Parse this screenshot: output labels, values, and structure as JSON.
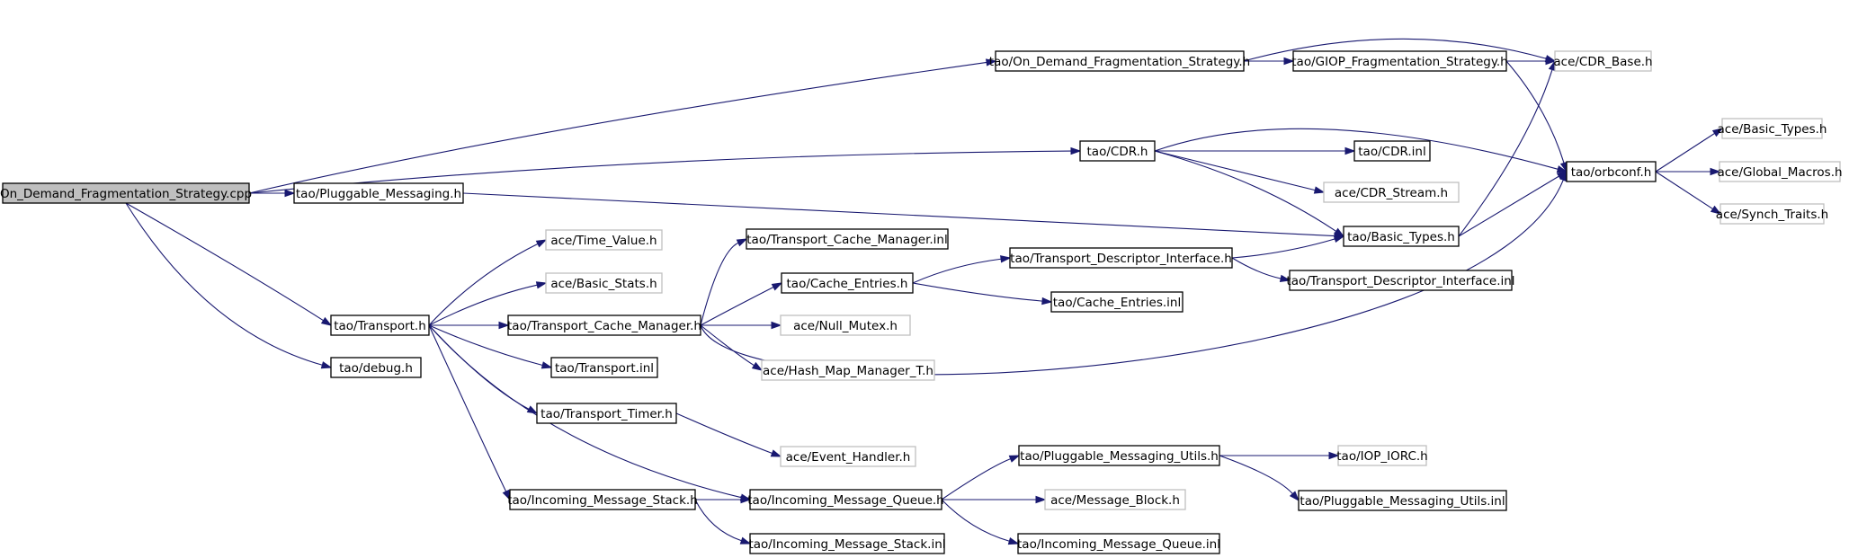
{
  "graph": {
    "colors": {
      "edge": "#191970",
      "documented_border": "#000000",
      "undocumented_border": "#bfbfbf",
      "root_fill": "#bfbfbf",
      "background": "#ffffff"
    },
    "nodes": [
      {
        "id": "root",
        "label": "On_Demand_Fragmentation_Strategy.cpp",
        "kind": "root"
      },
      {
        "id": "odfs_h",
        "label": "tao/On_Demand_Fragmentation_Strategy.h",
        "kind": "solid"
      },
      {
        "id": "giop_fs",
        "label": "tao/GIOP_Fragmentation_Strategy.h",
        "kind": "solid"
      },
      {
        "id": "cdr_base",
        "label": "ace/CDR_Base.h",
        "kind": "light"
      },
      {
        "id": "orbconf",
        "label": "tao/orbconf.h",
        "kind": "solid"
      },
      {
        "id": "basic_types_ace",
        "label": "ace/Basic_Types.h",
        "kind": "light"
      },
      {
        "id": "global_macros",
        "label": "ace/Global_Macros.h",
        "kind": "light"
      },
      {
        "id": "synch_traits",
        "label": "ace/Synch_Traits.h",
        "kind": "light"
      },
      {
        "id": "cdr_h",
        "label": "tao/CDR.h",
        "kind": "solid"
      },
      {
        "id": "cdr_inl",
        "label": "tao/CDR.inl",
        "kind": "solid"
      },
      {
        "id": "cdr_stream",
        "label": "ace/CDR_Stream.h",
        "kind": "light"
      },
      {
        "id": "basic_types_tao",
        "label": "tao/Basic_Types.h",
        "kind": "solid"
      },
      {
        "id": "pluggable",
        "label": "tao/Pluggable_Messaging.h",
        "kind": "solid"
      },
      {
        "id": "time_value",
        "label": "ace/Time_Value.h",
        "kind": "light"
      },
      {
        "id": "basic_stats",
        "label": "ace/Basic_Stats.h",
        "kind": "light"
      },
      {
        "id": "transport_h",
        "label": "tao/Transport.h",
        "kind": "solid"
      },
      {
        "id": "debug_h",
        "label": "tao/debug.h",
        "kind": "solid"
      },
      {
        "id": "tcm_inl",
        "label": "tao/Transport_Cache_Manager.inl",
        "kind": "solid"
      },
      {
        "id": "tcm_h",
        "label": "tao/Transport_Cache_Manager.h",
        "kind": "solid"
      },
      {
        "id": "cache_entries",
        "label": "tao/Cache_Entries.h",
        "kind": "solid"
      },
      {
        "id": "tdi_h",
        "label": "tao/Transport_Descriptor_Interface.h",
        "kind": "solid"
      },
      {
        "id": "tdi_inl",
        "label": "tao/Transport_Descriptor_Interface.inl",
        "kind": "solid"
      },
      {
        "id": "cache_entries_inl",
        "label": "tao/Cache_Entries.inl",
        "kind": "solid"
      },
      {
        "id": "null_mutex",
        "label": "ace/Null_Mutex.h",
        "kind": "light"
      },
      {
        "id": "hash_map",
        "label": "ace/Hash_Map_Manager_T.h",
        "kind": "light"
      },
      {
        "id": "transport_inl",
        "label": "tao/Transport.inl",
        "kind": "solid"
      },
      {
        "id": "transport_timer",
        "label": "tao/Transport_Timer.h",
        "kind": "solid"
      },
      {
        "id": "event_handler",
        "label": "ace/Event_Handler.h",
        "kind": "light"
      },
      {
        "id": "pmu_h",
        "label": "tao/Pluggable_Messaging_Utils.h",
        "kind": "solid"
      },
      {
        "id": "iop_iorc",
        "label": "tao/IOP_IORC.h",
        "kind": "light"
      },
      {
        "id": "pmu_inl",
        "label": "tao/Pluggable_Messaging_Utils.inl",
        "kind": "solid"
      },
      {
        "id": "ims_h",
        "label": "tao/Incoming_Message_Stack.h",
        "kind": "solid"
      },
      {
        "id": "imq_h",
        "label": "tao/Incoming_Message_Queue.h",
        "kind": "solid"
      },
      {
        "id": "message_block",
        "label": "ace/Message_Block.h",
        "kind": "light"
      },
      {
        "id": "ims_inl",
        "label": "tao/Incoming_Message_Stack.inl",
        "kind": "solid"
      },
      {
        "id": "imq_inl",
        "label": "tao/Incoming_Message_Queue.inl",
        "kind": "solid"
      }
    ],
    "edges": [
      {
        "from": "root",
        "to": "odfs_h"
      },
      {
        "from": "root",
        "to": "cdr_h"
      },
      {
        "from": "root",
        "to": "pluggable"
      },
      {
        "from": "root",
        "to": "transport_h"
      },
      {
        "from": "root",
        "to": "debug_h"
      },
      {
        "from": "odfs_h",
        "to": "giop_fs"
      },
      {
        "from": "odfs_h",
        "to": "cdr_base"
      },
      {
        "from": "giop_fs",
        "to": "cdr_base"
      },
      {
        "from": "giop_fs",
        "to": "orbconf"
      },
      {
        "from": "orbconf",
        "to": "basic_types_ace"
      },
      {
        "from": "orbconf",
        "to": "global_macros"
      },
      {
        "from": "orbconf",
        "to": "synch_traits"
      },
      {
        "from": "cdr_h",
        "to": "orbconf"
      },
      {
        "from": "cdr_h",
        "to": "cdr_inl"
      },
      {
        "from": "cdr_h",
        "to": "cdr_stream"
      },
      {
        "from": "cdr_h",
        "to": "basic_types_tao"
      },
      {
        "from": "basic_types_tao",
        "to": "cdr_base"
      },
      {
        "from": "basic_types_tao",
        "to": "orbconf"
      },
      {
        "from": "pluggable",
        "to": "basic_types_tao"
      },
      {
        "from": "transport_h",
        "to": "time_value"
      },
      {
        "from": "transport_h",
        "to": "basic_stats"
      },
      {
        "from": "transport_h",
        "to": "tcm_h"
      },
      {
        "from": "transport_h",
        "to": "transport_inl"
      },
      {
        "from": "transport_h",
        "to": "transport_timer"
      },
      {
        "from": "transport_h",
        "to": "ims_h"
      },
      {
        "from": "transport_h",
        "to": "imq_h"
      },
      {
        "from": "tcm_h",
        "to": "tcm_inl"
      },
      {
        "from": "tcm_h",
        "to": "cache_entries"
      },
      {
        "from": "tcm_h",
        "to": "null_mutex"
      },
      {
        "from": "tcm_h",
        "to": "hash_map"
      },
      {
        "from": "tcm_h",
        "to": "orbconf"
      },
      {
        "from": "cache_entries",
        "to": "tdi_h"
      },
      {
        "from": "cache_entries",
        "to": "cache_entries_inl"
      },
      {
        "from": "tdi_h",
        "to": "basic_types_tao"
      },
      {
        "from": "tdi_h",
        "to": "tdi_inl"
      },
      {
        "from": "transport_timer",
        "to": "event_handler"
      },
      {
        "from": "ims_h",
        "to": "imq_h"
      },
      {
        "from": "ims_h",
        "to": "ims_inl"
      },
      {
        "from": "imq_h",
        "to": "pmu_h"
      },
      {
        "from": "imq_h",
        "to": "message_block"
      },
      {
        "from": "imq_h",
        "to": "imq_inl"
      },
      {
        "from": "pmu_h",
        "to": "iop_iorc"
      },
      {
        "from": "pmu_h",
        "to": "pmu_inl"
      }
    ]
  }
}
